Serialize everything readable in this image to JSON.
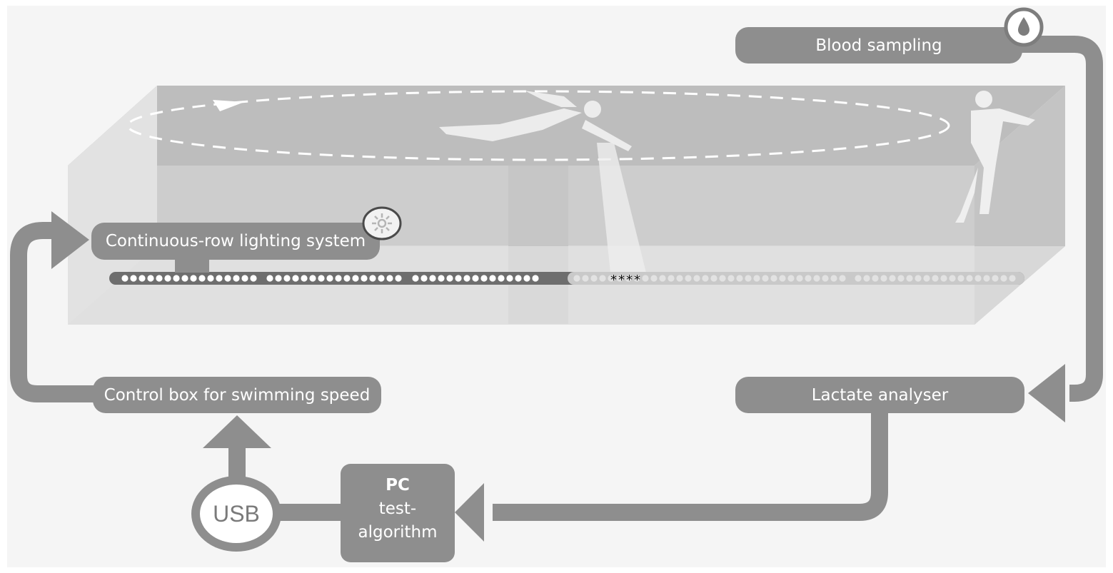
{
  "labels": {
    "blood_sampling": "Blood sampling",
    "lighting_system": "Continuous-row lighting system",
    "control_box": "Control box for swimming speed",
    "lactate_analyser": "Lactate analyser",
    "pc_title": "PC",
    "pc_subtitle_1": "test-",
    "pc_subtitle_2": "algorithm",
    "usb": "USB",
    "marker": "****"
  },
  "icons": {
    "blood_sampling": "blood-drop-icon",
    "lighting_system": "light-bulb-icon"
  },
  "colors": {
    "flow": "#8e8e8e",
    "pool_side": "#d9d9d9",
    "pool_top": "#bdbdbd",
    "background": "#f5f5f5"
  }
}
